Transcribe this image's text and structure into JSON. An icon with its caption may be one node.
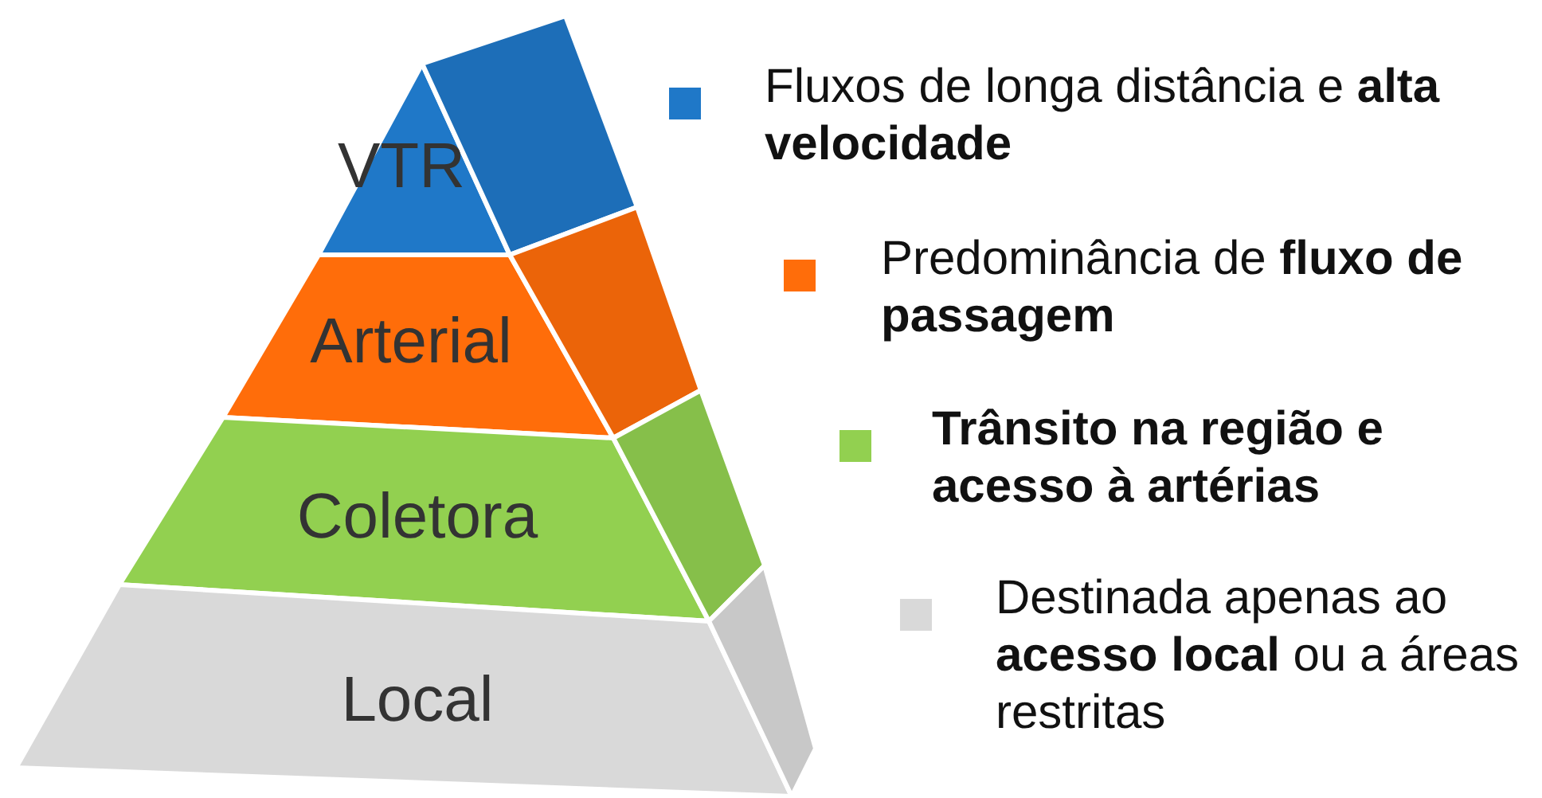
{
  "diagram": {
    "nodes": [
      {
        "text": [
          "VTR"
        ]
      },
      {
        "text": [
          "Arterial"
        ]
      },
      {
        "text": [
          "Coletora"
        ]
      },
      {
        "text": [
          "Local"
        ]
      }
    ],
    "legend": [
      {
        "text": "Fluxos de longa distância e **alta velocidade**",
        "color": "#1f78c8"
      },
      {
        "text": "Predominância de **fluxo de passagem**",
        "color": "#ff6d0a"
      },
      {
        "text": "**Trânsito na região e acesso à artérias**",
        "color": "#92d050"
      },
      {
        "text": "Destinada apenas ao **acesso local** ou a áreas restritas",
        "color": "#d9d9d9"
      }
    ]
  }
}
